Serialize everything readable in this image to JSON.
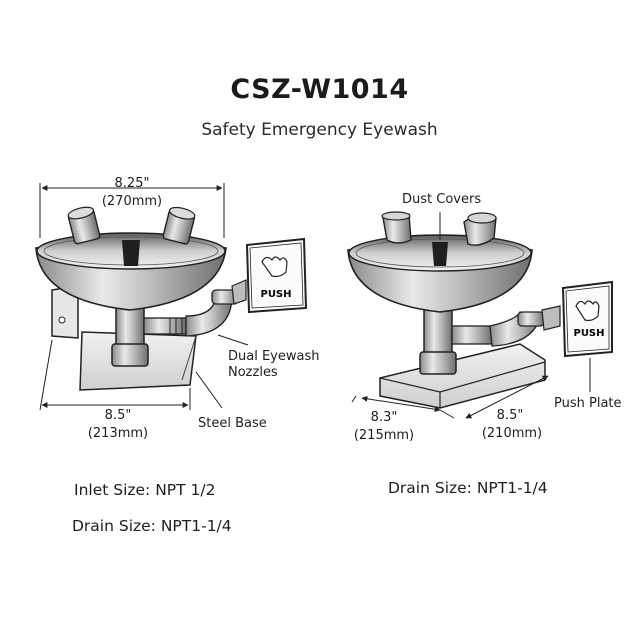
{
  "title": "CSZ-W1014",
  "subtitle": "Safety Emergency Eyewash",
  "left_view": {
    "top_dim_in": "8.25\"",
    "top_dim_mm": "(270mm)",
    "bottom_dim_in": "8.5\"",
    "bottom_dim_mm": "(213mm)",
    "push_label": "PUSH",
    "callout_nozzles": "Dual Eyewash Nozzles",
    "callout_base": "Steel Base"
  },
  "right_view": {
    "callout_covers": "Dust Covers",
    "push_label": "PUSH",
    "callout_plate": "Push Plate",
    "dim_left_in": "8.3\"",
    "dim_left_mm": "(215mm)",
    "dim_right_in": "8.5\"",
    "dim_right_mm": "(210mm)"
  },
  "specs": {
    "inlet_size": "Inlet Size: NPT 1/2",
    "drain_size_left": "Drain Size: NPT1-1/4",
    "drain_size_right": "Drain Size: NPT1-1/4"
  }
}
